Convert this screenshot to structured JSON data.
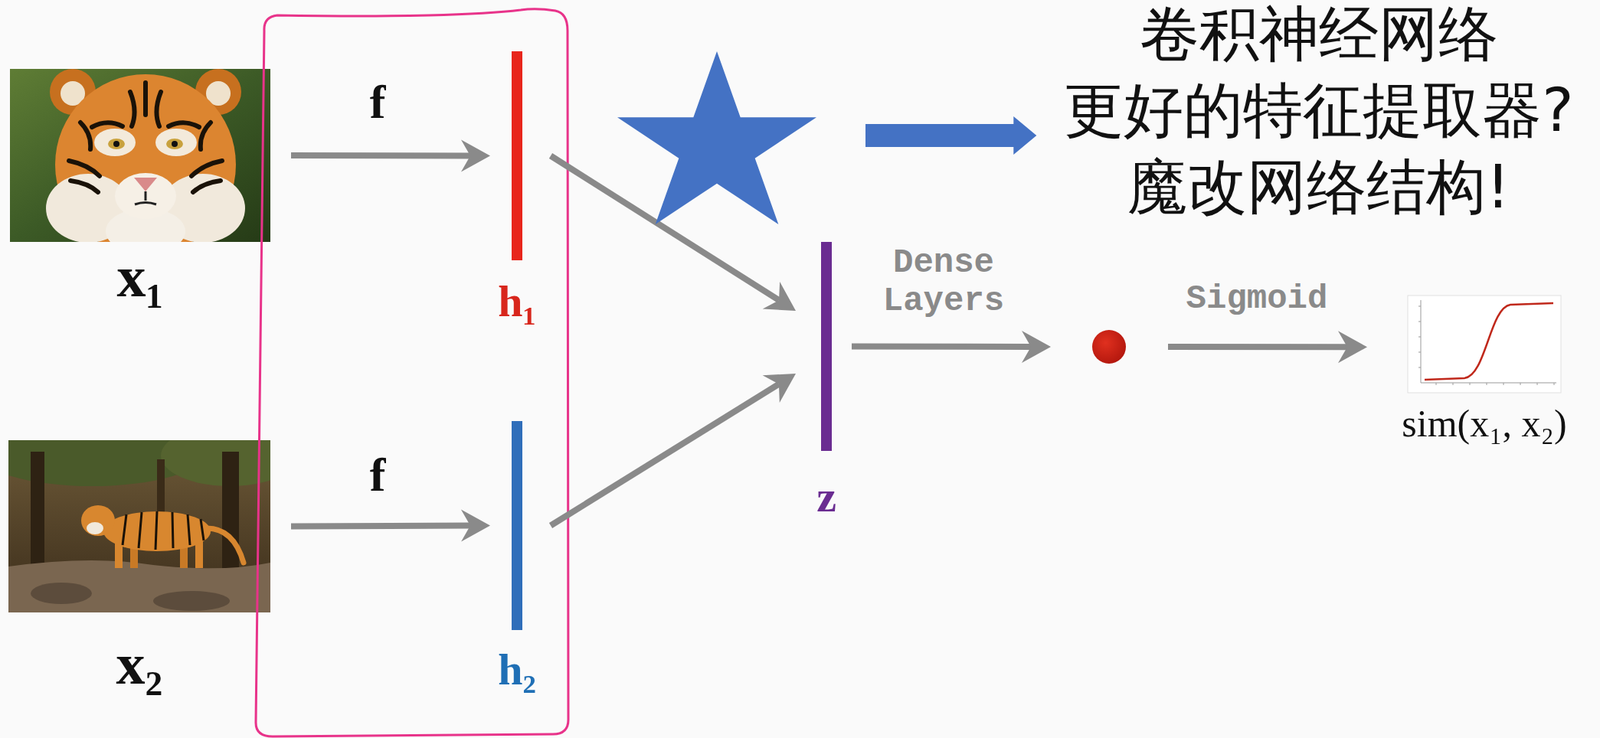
{
  "diagram": {
    "nodes": [
      {
        "text": [
          "x₁"
        ]
      },
      {
        "text": [
          "h₁"
        ]
      },
      {
        "text": []
      },
      {
        "text": [
          "卷积神经网络",
          "更好的特征提取器?",
          "魔改网络结构!"
        ]
      },
      {
        "text": [
          "z"
        ]
      },
      {
        "text": []
      },
      {
        "text": [
          "sim(x₁, x₂)"
        ]
      },
      {
        "text": [
          "x₂"
        ]
      },
      {
        "text": [
          "h₂"
        ]
      }
    ],
    "edges": [
      {
        "from": 0,
        "to": 1,
        "label": "f",
        "arrow": "to"
      },
      {
        "from": 7,
        "to": 8,
        "label": "f",
        "arrow": "to"
      },
      {
        "from": 1,
        "to": 4,
        "arrow": "to"
      },
      {
        "from": 8,
        "to": 4,
        "arrow": "to"
      },
      {
        "from": 4,
        "to": 5,
        "label": "Dense Layers",
        "arrow": "to"
      },
      {
        "from": 5,
        "to": 6,
        "label": "Sigmoid",
        "arrow": "to"
      },
      {
        "from": 2,
        "to": 3,
        "arrow": "to"
      }
    ]
  }
}
